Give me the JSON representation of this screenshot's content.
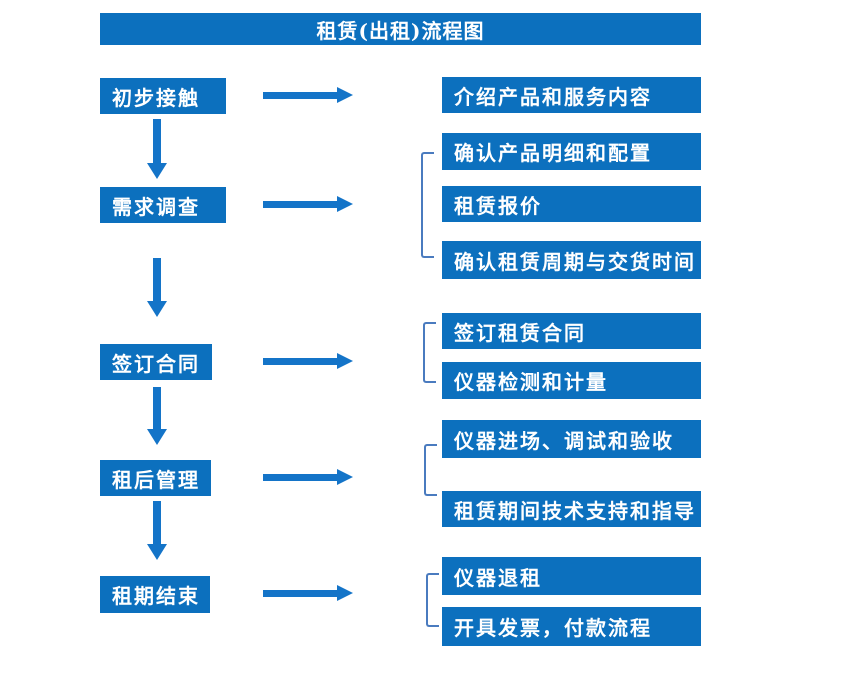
{
  "title": "租赁(出租)流程图",
  "left_steps": [
    "初步接触",
    "需求调查",
    "签订合同",
    "租后管理",
    "租期结束"
  ],
  "right_items": [
    "介绍产品和服务内容",
    "确认产品明细和配置",
    "租赁报价",
    "确认租赁周期与交货时间",
    "签订租赁合同",
    "仪器检测和计量",
    "仪器进场、调试和验收",
    "租赁期间技术支持和指导",
    "仪器退租",
    "开具发票，付款流程"
  ],
  "colors": {
    "page_bg": "#ffffff",
    "box_blue": "#0c70be",
    "arrow_blue": "#1474c8",
    "bracket_blue": "#4a7bbf",
    "text_white": "#ffffff"
  }
}
